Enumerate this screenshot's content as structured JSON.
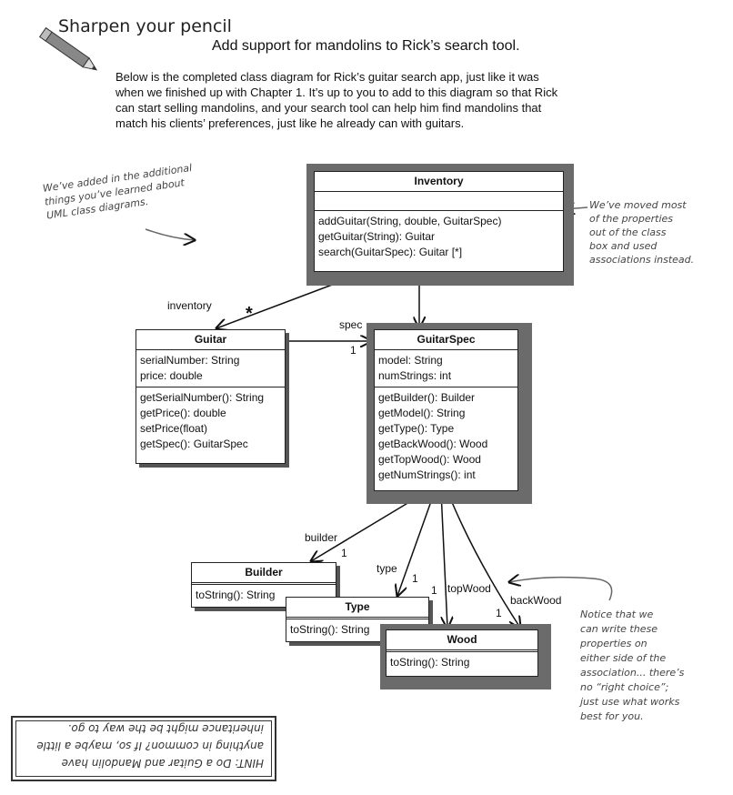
{
  "header": {
    "brand": "Sharpen your pencil",
    "title": "Add support for mandolins to Rick’s search tool.",
    "intro": [
      "Below is the completed class diagram for Rick’s guitar search app, just like it was",
      "when we finished up with Chapter 1. It’s up to you to add to this diagram so that Rick",
      "can start selling mandolins, and your search tool can help him find mandolins that",
      "match his clients’ preferences, just like he already can with guitars."
    ]
  },
  "notes": {
    "left": [
      "We’ve added in the additional",
      "things you’ve learned about",
      "UML class diagrams."
    ],
    "right": [
      "We’ve moved most",
      "of the properties",
      "out of the class",
      "box and used",
      "associations instead."
    ],
    "bottom": [
      "Notice that we",
      "can write these",
      "properties on",
      "either side of the",
      "association... there’s",
      "no “right choice”;",
      "just use what works",
      "best for you."
    ],
    "hint": [
      "HINT: Do a Guitar and Mandolin have",
      "anything in common? If so, maybe a little",
      "inheritance might be the way to go."
    ]
  },
  "classes": {
    "inventory": {
      "name": "Inventory",
      "attributes": [],
      "methods": [
        "addGuitar(String, double, GuitarSpec)",
        "getGuitar(String): Guitar",
        "search(GuitarSpec): Guitar [*]"
      ]
    },
    "guitar": {
      "name": "Guitar",
      "attributes": [
        "serialNumber: String",
        "price: double"
      ],
      "methods": [
        "getSerialNumber(): String",
        "getPrice(): double",
        "setPrice(float)",
        "getSpec(): GuitarSpec"
      ]
    },
    "guitarspec": {
      "name": "GuitarSpec",
      "attributes": [
        "model: String",
        "numStrings: int"
      ],
      "methods": [
        "getBuilder(): Builder",
        "getModel(): String",
        "getType(): Type",
        "getBackWood(): Wood",
        "getTopWood(): Wood",
        "getNumStrings(): int"
      ]
    },
    "builder": {
      "name": "Builder",
      "methods": [
        "toString(): String"
      ]
    },
    "type": {
      "name": "Type",
      "methods": [
        "toString(): String"
      ]
    },
    "wood": {
      "name": "Wood",
      "methods": [
        "toString(): String"
      ]
    }
  },
  "associations": {
    "inventory_label": "inventory",
    "inventory_mult": "*",
    "spec_label": "spec",
    "spec_mult": "1",
    "builder_label": "builder",
    "builder_mult": "1",
    "type_label": "type",
    "type_mult": "1",
    "topwood_label": "topWood",
    "topwood_mult": "1",
    "backwood_label": "backWood",
    "backwood_mult": "1"
  }
}
